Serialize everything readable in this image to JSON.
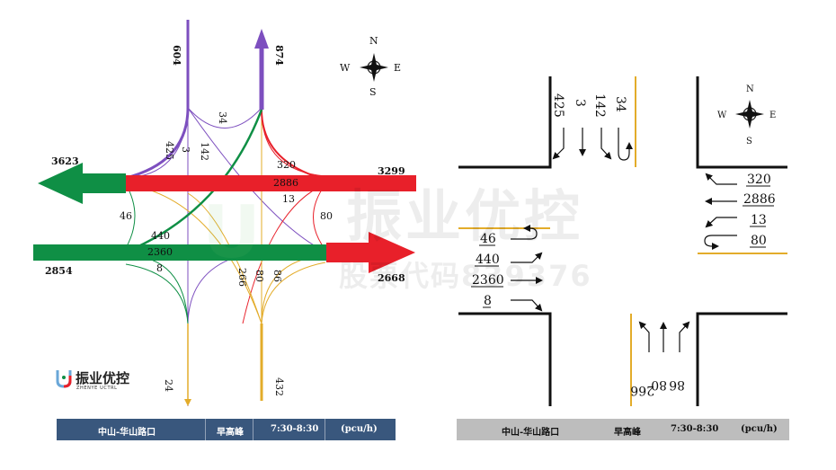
{
  "compass": {
    "n": "N",
    "s": "S",
    "e": "E",
    "w": "W"
  },
  "left_diagram": {
    "north_out": "604",
    "north_in": "874",
    "north_exit_label_a": "425",
    "north_exit_label_b": "3",
    "north_exit_label_c": "142",
    "north_uturn": "34",
    "west_out": "3623",
    "east_in": "3299",
    "east_right": "320",
    "east_through": "2886",
    "east_left": "13",
    "east_uturn": "80",
    "west_uturn": "46",
    "west_left": "440",
    "west_through": "2360",
    "west_right": "8",
    "west_in": "2854",
    "east_out": "2668",
    "south_left": "266",
    "south_through": "80",
    "south_right": "86",
    "south_out": "24",
    "south_in": "432",
    "colors": {
      "north": "#7d4fbf",
      "west": "#0f8f45",
      "east": "#e8202a",
      "south": "#e3ac2a"
    }
  },
  "right_diagram": {
    "north_lanes": [
      "425",
      "3",
      "142",
      "34"
    ],
    "east_lanes": [
      "320",
      "2886",
      "13",
      "80"
    ],
    "west_lanes": [
      "46",
      "440",
      "2360",
      "8"
    ],
    "south_lanes": [
      "266",
      "80",
      "86"
    ]
  },
  "footer_left": {
    "road": "中山-华山路口",
    "period": "早高峰",
    "time": "7:30-8:30",
    "unit": "(pcu/h)"
  },
  "footer_right": {
    "road": "中山-华山路口",
    "period": "早高峰",
    "time": "7:30-8:30",
    "unit": "(pcu/h)"
  },
  "logo": {
    "cn": "振业优控",
    "en": "ZHENYE UCTRL"
  },
  "watermark": {
    "line1": "振业优控",
    "line2": "股票代码839376"
  }
}
